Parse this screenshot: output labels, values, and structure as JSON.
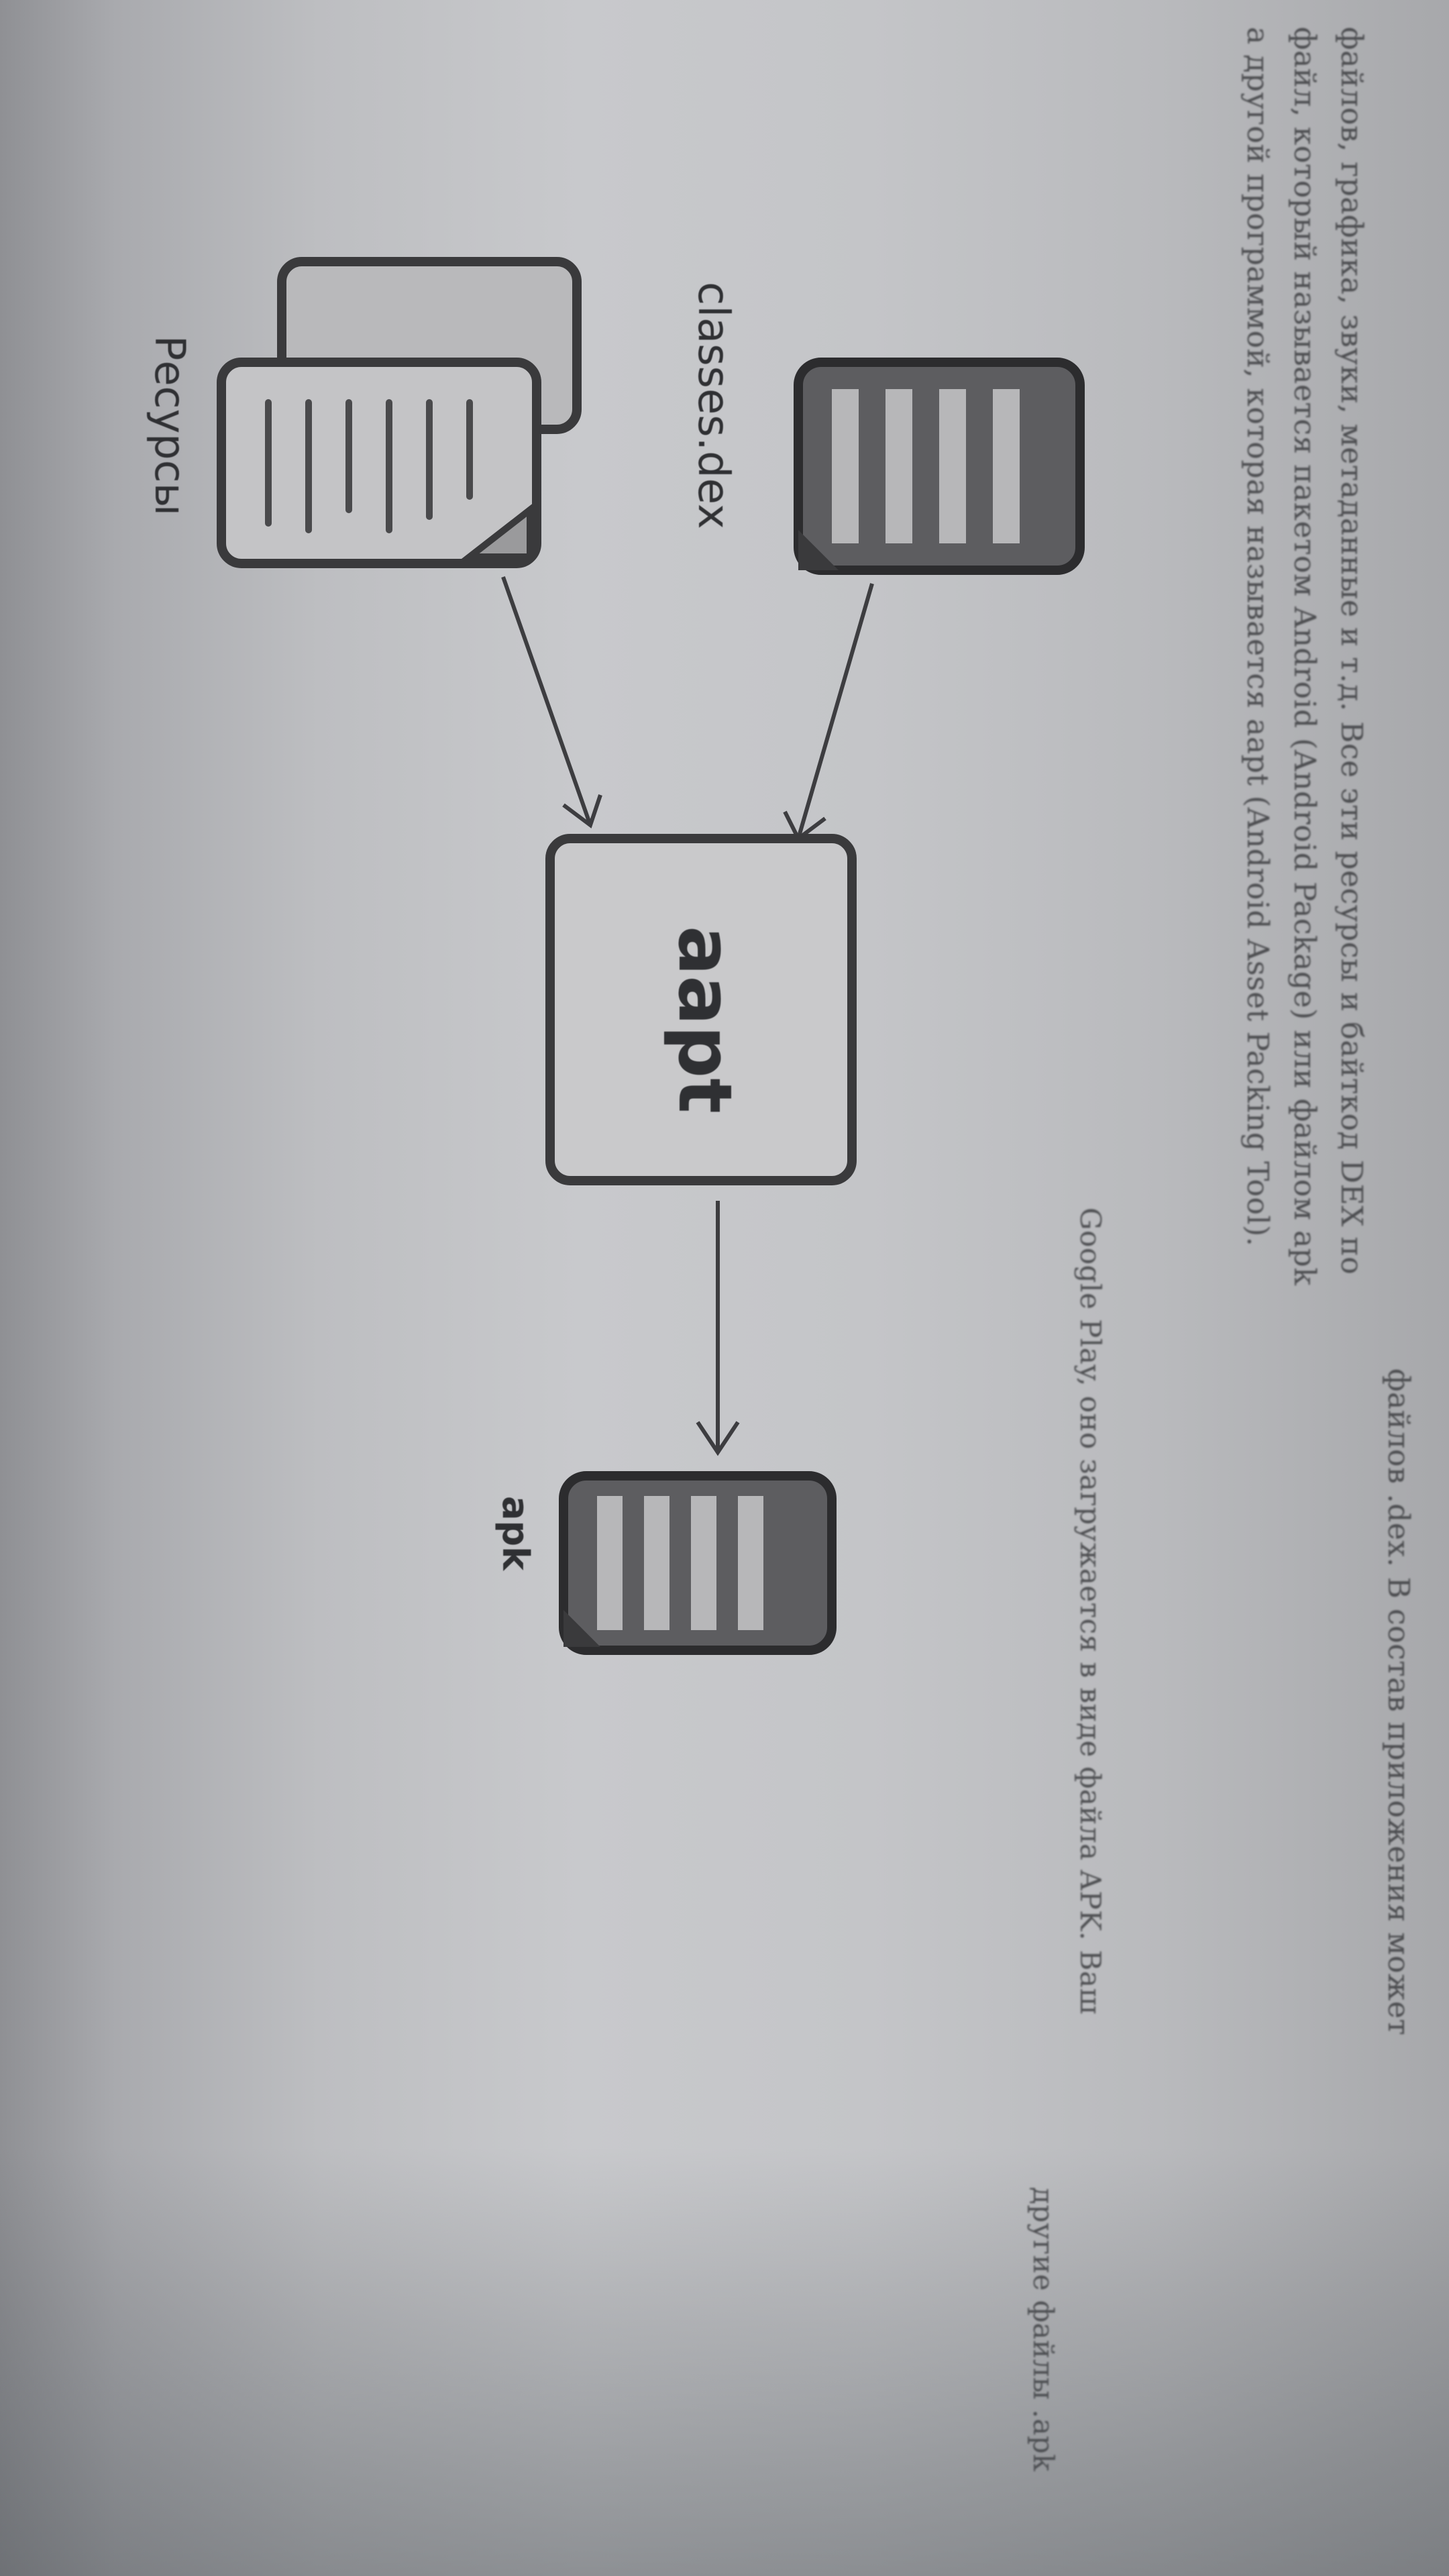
{
  "paragraph_lines": [
    "файлов, графика, звуки, метаданные и т.д. Все эти ресурсы и байткод DEX по",
    "файл, который называется пакетом Android (Android Package) или файлом apk",
    "а другой программой, которая называется aapt (Android Asset Packing Tool)."
  ],
  "paragraph_top_fragment": "файлов .dex. В состав приложения может",
  "bottom_fragments": [
    "Google Play, оно загружается в виде файла APK. Ваш",
    "другие файлы .apk"
  ],
  "diagram": {
    "input_code_label": "classes.dex",
    "input_resources_label": "Ресурсы",
    "tool_label": "aapt",
    "output_label": "apk"
  }
}
